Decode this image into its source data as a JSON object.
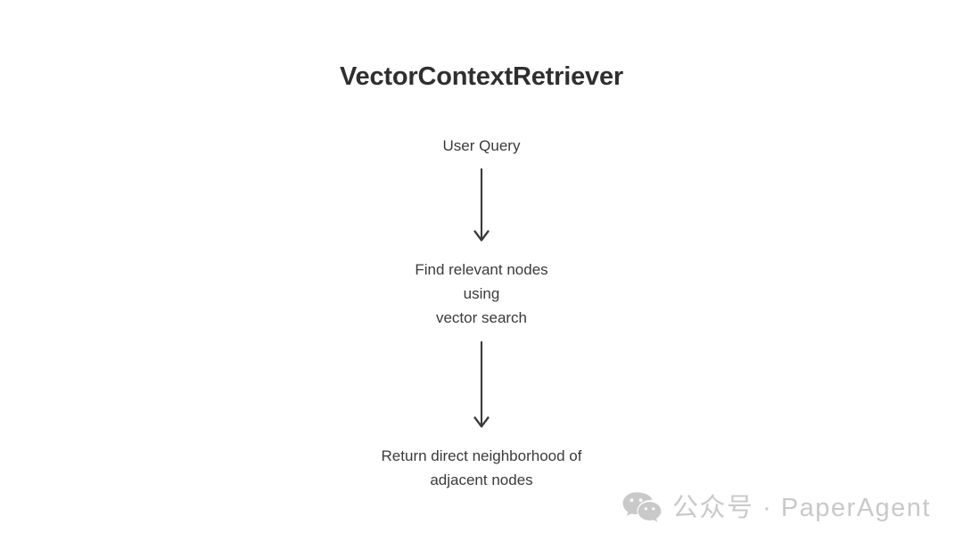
{
  "diagram": {
    "title": "VectorContextRetriever",
    "type": "flowchart",
    "orientation": "top-to-bottom",
    "text_color": "#3a3a3a",
    "background_color": "#ffffff",
    "nodes": [
      {
        "id": "user-query",
        "label": "User Query"
      },
      {
        "id": "find-relevant-nodes",
        "label": "Find relevant nodes\nusing\nvector search"
      },
      {
        "id": "return-neighborhood",
        "label": "Return direct neighborhood of\nadjacent nodes"
      }
    ],
    "edges": [
      {
        "id": "edge-1",
        "from": "user-query",
        "to": "find-relevant-nodes",
        "style": "solid-arrow-down"
      },
      {
        "id": "edge-2",
        "from": "find-relevant-nodes",
        "to": "return-neighborhood",
        "style": "solid-arrow-down"
      }
    ]
  },
  "watermark": {
    "icon": "wechat-icon",
    "text": "公众号 · PaperAgent",
    "color": "#c9c9c9"
  }
}
